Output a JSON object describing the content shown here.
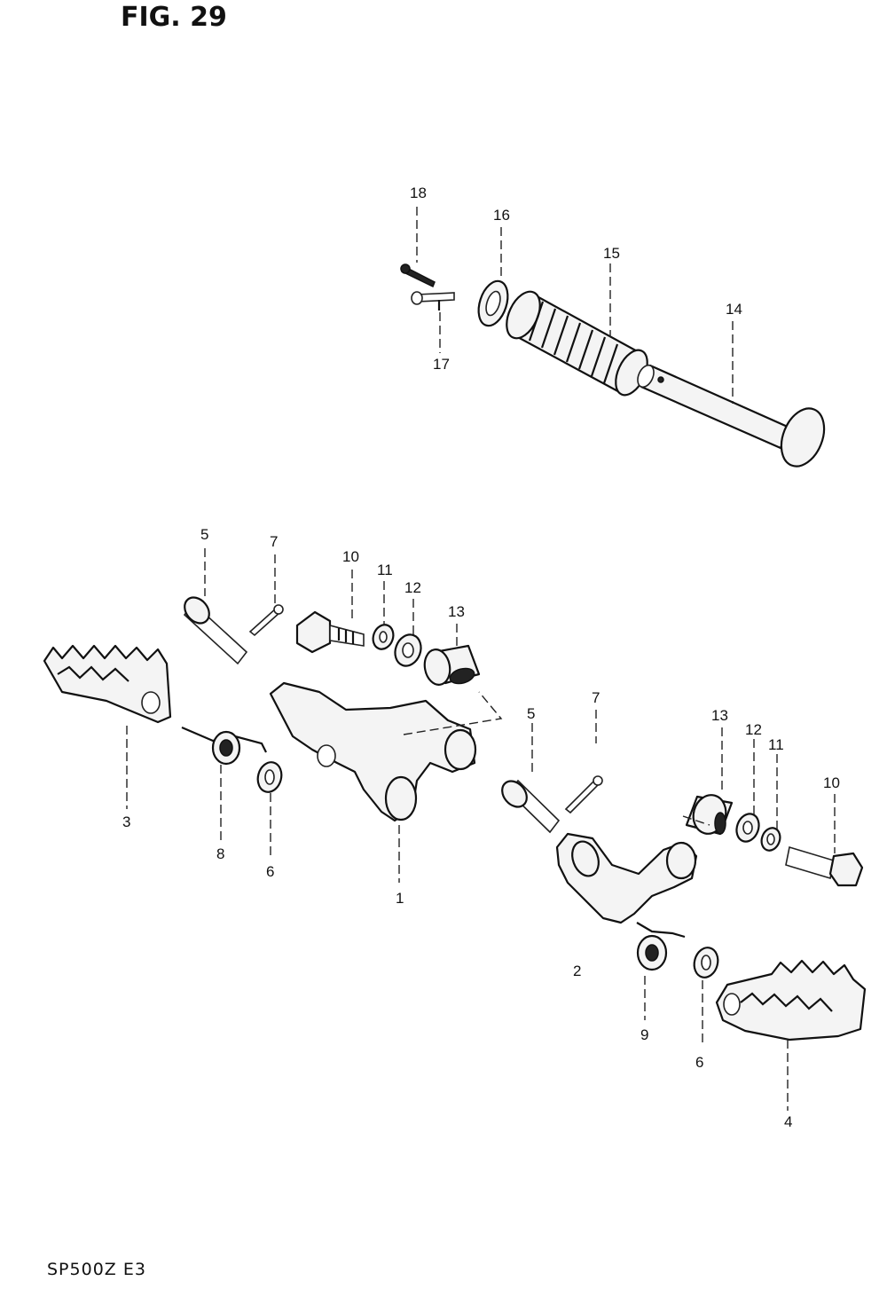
{
  "figure": {
    "title": "FIG. 29",
    "model_code": "SP500Z  E3"
  },
  "callouts": [
    "1",
    "2",
    "3",
    "4",
    "5",
    "5",
    "6",
    "6",
    "7",
    "7",
    "8",
    "9",
    "10",
    "10",
    "11",
    "11",
    "12",
    "12",
    "13",
    "13",
    "14",
    "15",
    "16",
    "17",
    "18"
  ]
}
